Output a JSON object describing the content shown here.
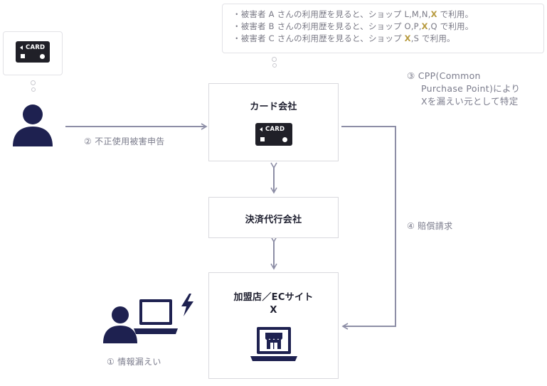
{
  "notes": {
    "line1": {
      "before": "・被害者 A さんの利用歴を見ると、ショップ L,M,N,",
      "highlight": "X",
      "after": " で利用。"
    },
    "line2": {
      "before": "・被害者 B さんの利用歴を見ると、ショップ O,P,",
      "highlight": "X",
      "after": ",Q で利用。"
    },
    "line3": {
      "before": "・被害者 C さんの利用歴を見ると、ショップ ",
      "highlight": "X",
      "after": ",S で利用。"
    }
  },
  "card_text": "CARD",
  "boxes": {
    "card_company": "カード会社",
    "payment_agency": "決済代行会社",
    "merchant_line1": "加盟店／ECサイト",
    "merchant_line2": "X"
  },
  "steps": {
    "step1": "① 情報漏えい",
    "step2": "② 不正使用被害申告",
    "step3_line1": "③ CPP(Common",
    "step3_line2": "Purchase Point)により",
    "step3_line3": "Xを漏えい元として特定",
    "step4": "④ 賠償請求"
  },
  "colors": {
    "navy": "#1e2150",
    "arrow": "#8d8ea6",
    "highlight": "#b79a3e"
  },
  "icons": [
    "person-icon",
    "card-icon",
    "laptop-icon",
    "lightning-icon",
    "shop-laptop-icon"
  ]
}
